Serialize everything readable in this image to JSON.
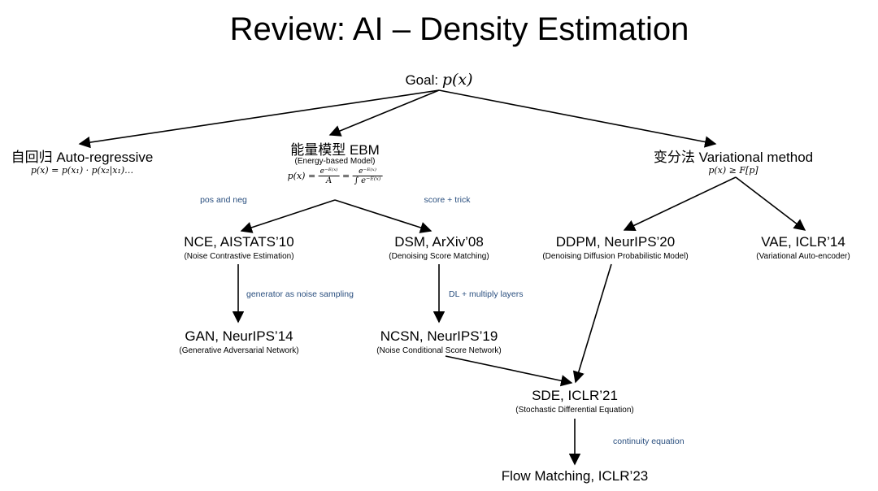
{
  "title": "Review: AI – Density Estimation",
  "goal": {
    "label": "Goal:",
    "math": "p(x)"
  },
  "nodes": {
    "autoregressive": {
      "label": "自回归 Auto-regressive",
      "formula": "p(x) = p(x₁) · p(x₂|x₁)…"
    },
    "ebm": {
      "label": "能量模型 EBM",
      "sub": "(Energy-based Model)",
      "formula_lhs": "p(x) =",
      "frac1_num": "e⁻ᴱ⁽ˣ⁾",
      "frac1_den": "A",
      "eq": "=",
      "frac2_num": "e⁻ᴱ⁽ˣ⁾",
      "frac2_den": "∫ e⁻ᴱ⁽ˣ⁾"
    },
    "variational": {
      "label": "变分法 Variational method",
      "formula": "p(x) ≥ F[p]"
    },
    "nce": {
      "label": "NCE, AISTATS’10",
      "sub": "(Noise Contrastive Estimation)"
    },
    "dsm": {
      "label": "DSM, ArXiv’08",
      "sub": "(Denoising Score Matching)"
    },
    "ddpm": {
      "label": "DDPM, NeurIPS’20",
      "sub": "(Denoising Diffusion Probabilistic Model)"
    },
    "vae": {
      "label": "VAE, ICLR’14",
      "sub": "(Variational Auto-encoder)"
    },
    "gan": {
      "label": "GAN, NeurIPS’14",
      "sub": "(Generative Adversarial Network)"
    },
    "ncsn": {
      "label": "NCSN, NeurIPS’19",
      "sub": "(Noise Conditional Score Network)"
    },
    "sde": {
      "label": "SDE, ICLR’21",
      "sub": "(Stochastic Differential Equation)"
    },
    "flow": {
      "label": "Flow Matching, ICLR’23"
    }
  },
  "edge_labels": {
    "pos_neg": "pos and neg",
    "score_trick": "score + trick",
    "generator": "generator as noise sampling",
    "dl_layers": "DL + multiply layers",
    "continuity": "continuity equation"
  },
  "colors": {
    "edge_label": "#2a4f7f",
    "arrow": "#000000"
  }
}
